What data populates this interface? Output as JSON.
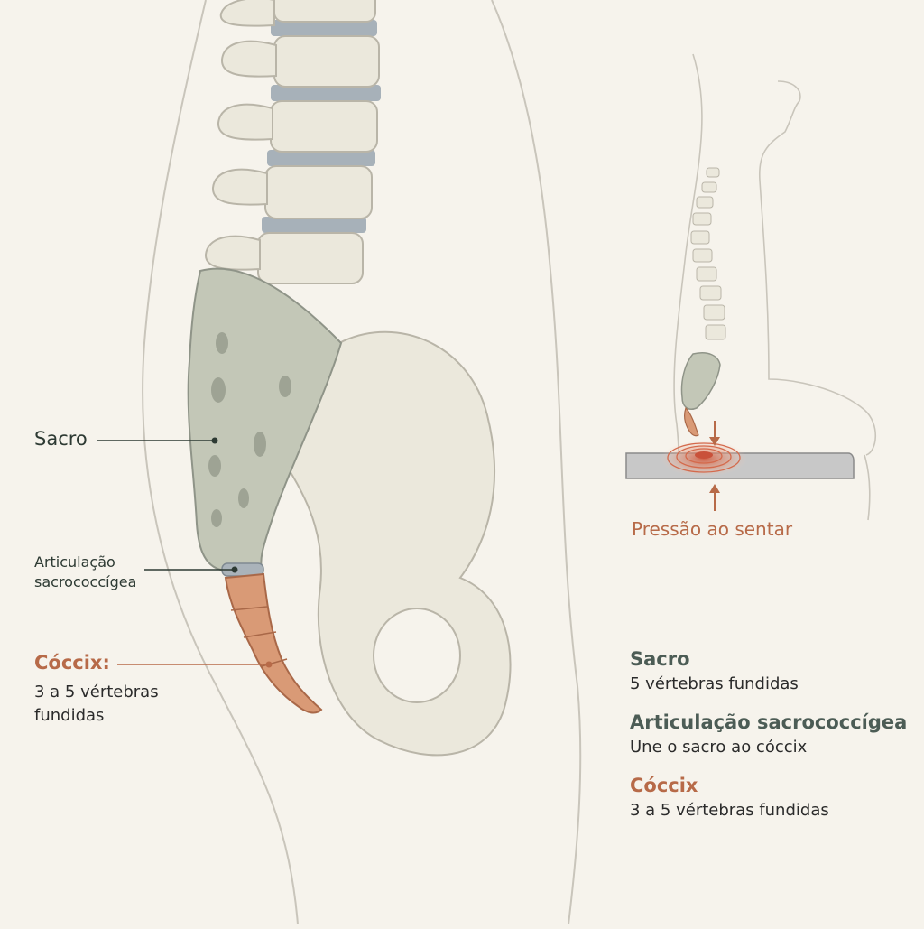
{
  "labels": {
    "sacro": "Sacro",
    "articulacao_line1": "Articulação",
    "articulacao_line2": "sacrococcígea",
    "coccix": "Cóccix:",
    "coccix_desc_line1": "3 a 5 vértebras",
    "coccix_desc_line2": "fundidas",
    "pressao": "Pressão ao sentar"
  },
  "legend": [
    {
      "title": "Sacro",
      "desc": "5 vértebras fundidas"
    },
    {
      "title": "Articulação sacrococcígea",
      "desc": "Une o sacro ao cóccix"
    },
    {
      "title": "Cóccix",
      "desc": "3 a 5 vértebras fundidas"
    }
  ],
  "colors": {
    "background": "#f6f3ec",
    "bone": "#ebe8dc",
    "sacrum": "#c3c7b7",
    "coccyx": "#d99a76",
    "disc": "#a7b1b9",
    "accent": "#b76a48"
  }
}
